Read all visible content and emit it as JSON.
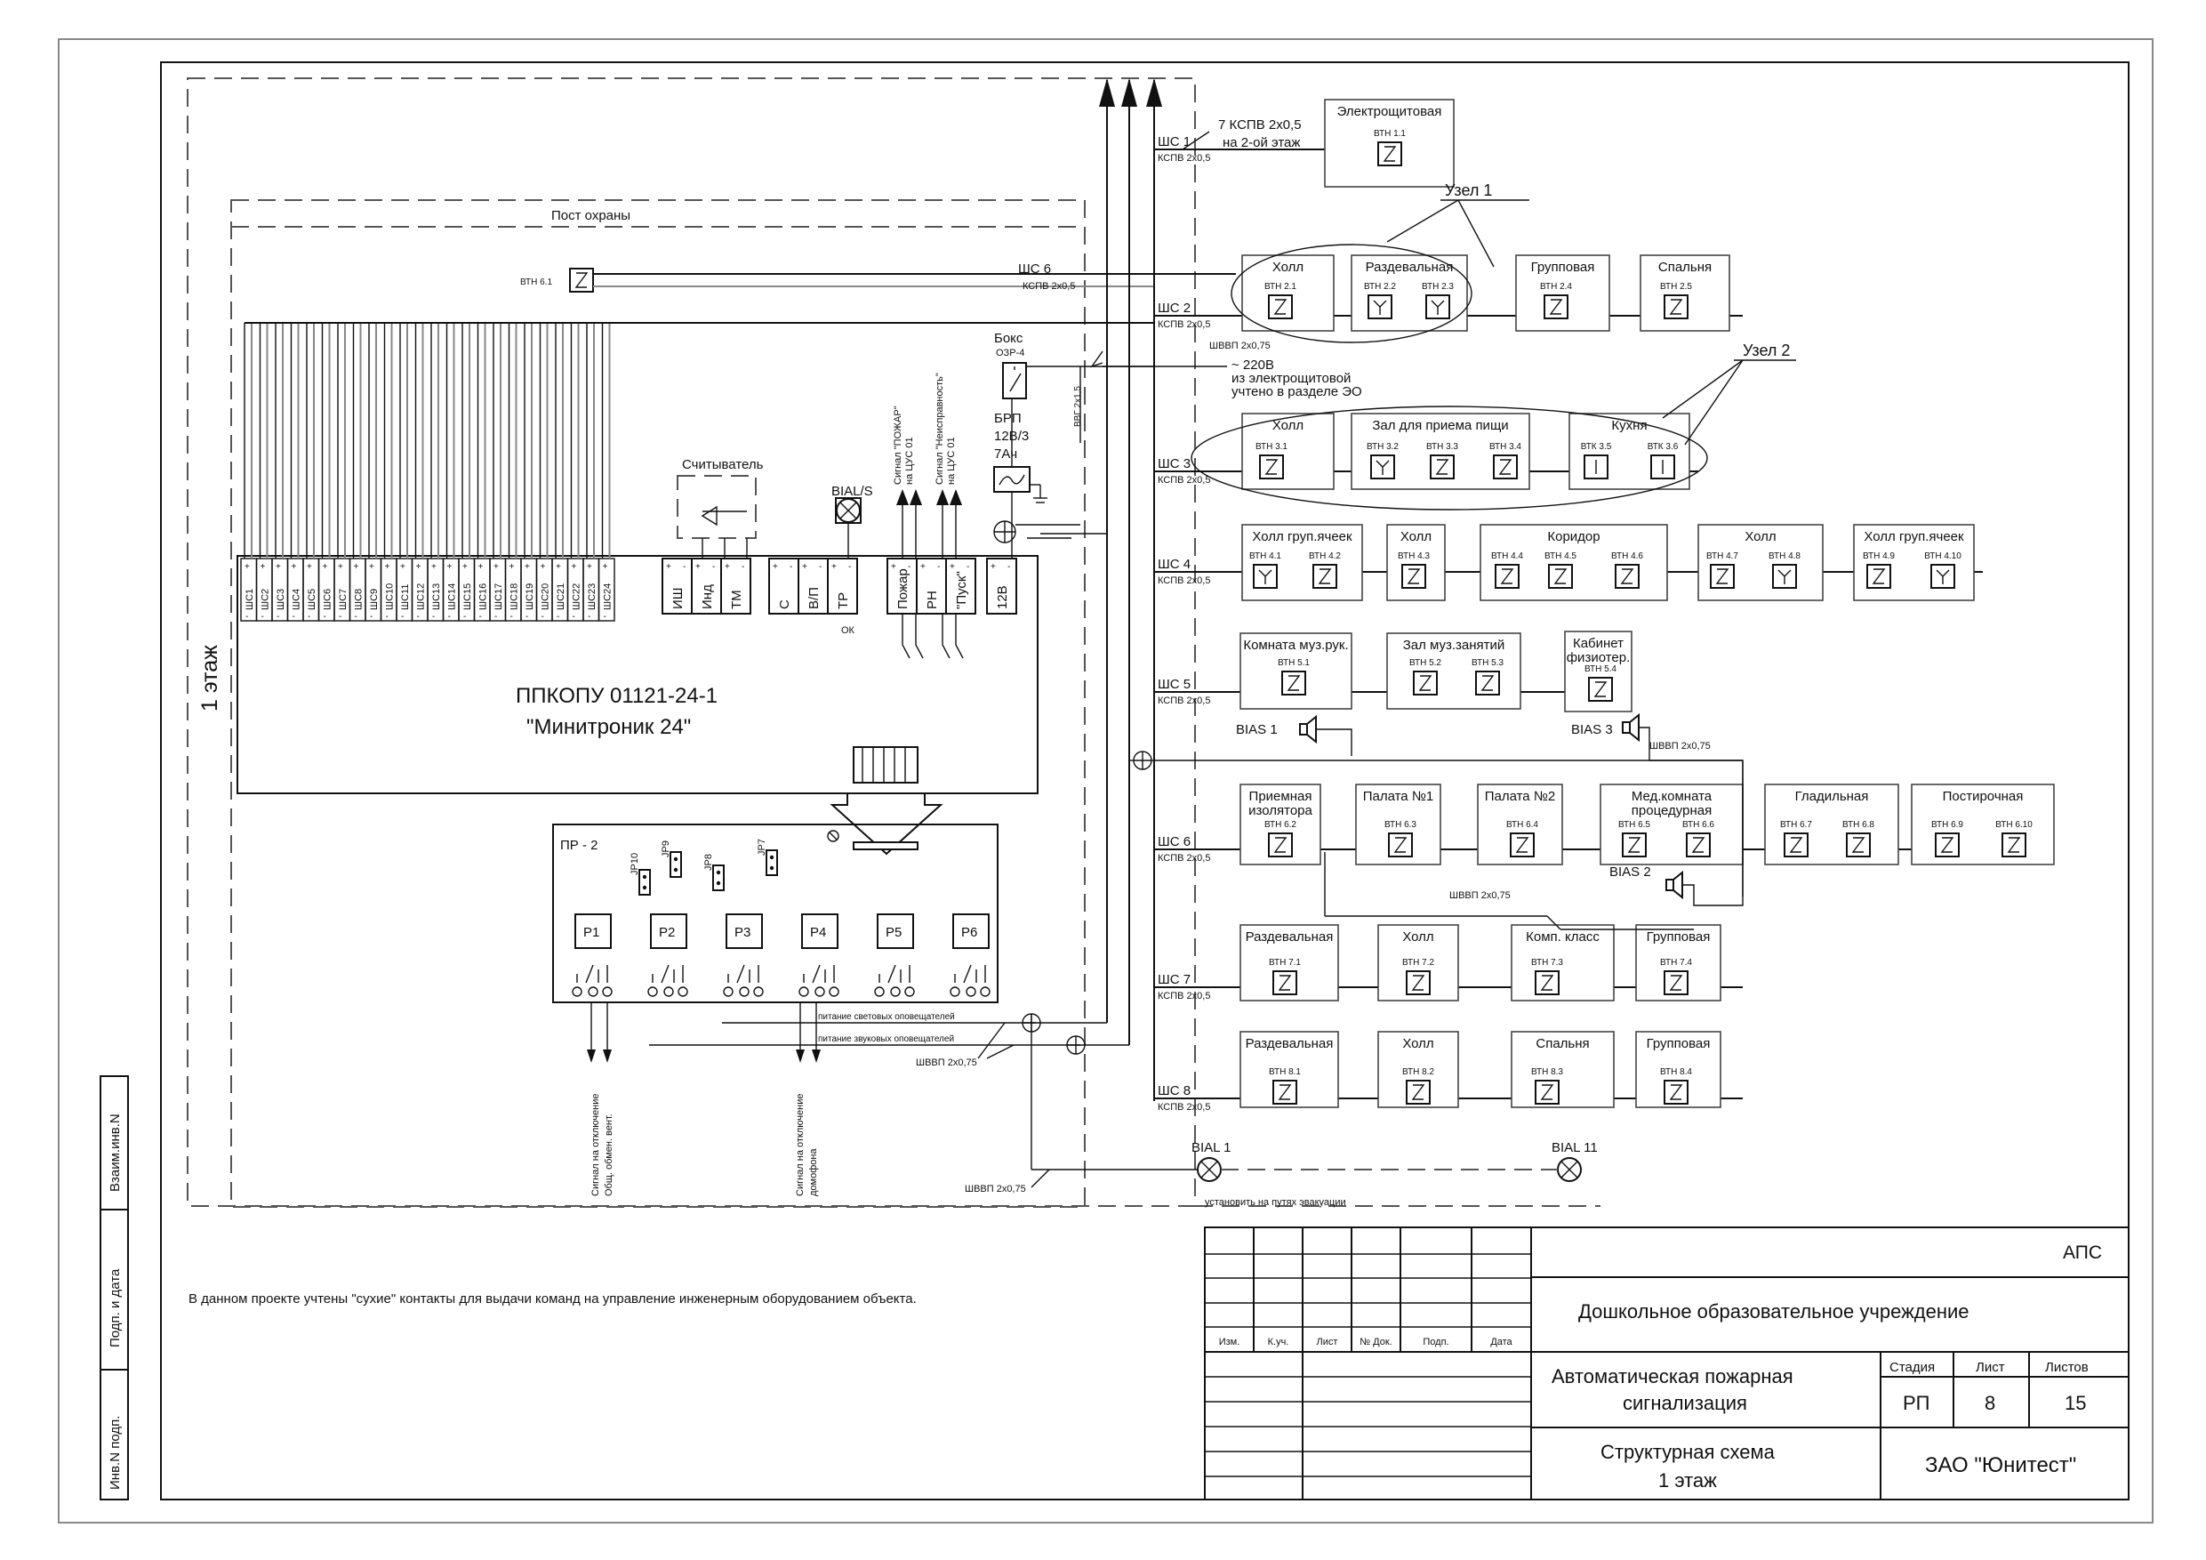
{
  "sheet": {
    "floor_label": "1 этаж",
    "note": "В данном проекте учтены \"сухие\" контакты для выдачи команд на управление инженерным оборудованием объекта."
  },
  "side_stamp": {
    "vzaim": "Взаим.инв.N",
    "podp": "Подп. и дата",
    "inv": "Инв.N подп."
  },
  "post": {
    "title": "Пост охраны",
    "vtn61": "ВТН 6.1",
    "shs6": "ШС 6",
    "shs6_cable": "КСПВ 2х0,5"
  },
  "panel": {
    "name": "ППКОПУ 01121-24-1",
    "model": "\"Минитроник 24\"",
    "loops": [
      "ШС1",
      "ШС2",
      "ШС3",
      "ШС4",
      "ШС5",
      "ШС6",
      "ШС7",
      "ШС8",
      "ШС9",
      "ШС10",
      "ШС11",
      "ШС12",
      "ШС13",
      "ШС14",
      "ШС15",
      "ШС16",
      "ШС17",
      "ШС18",
      "ШС19",
      "ШС20",
      "ШС21",
      "ШС22",
      "ШС23",
      "ШС24"
    ],
    "pm": "+ -",
    "terms": [
      "ИШ",
      "Инд",
      "ТМ",
      "С",
      "В/П",
      "ТР",
      "Пожар",
      "РН",
      "\"Пуск\"",
      "12В"
    ],
    "ok": "ОК",
    "reader": "Считыватель",
    "bial_s": "BIAL/S",
    "sig_fire": "Сигнал \"ПОЖАР\"",
    "sig_fault": "Сигнал \"Неисправность\"",
    "to_cus": "на ЦУС 01"
  },
  "power": {
    "boks": "Бокс",
    "ozr": "ОЗР-4",
    "brp": "БРП",
    "brp_v": "12В/3",
    "brp_ah": "7Ач",
    "vvg": "ВВГ 2х1,5",
    "shvvp": "ШВВП 2х0,75",
    "mains": "~ 220В",
    "mains2": "из электрощитовой",
    "mains3": "учтено в разделе ЭО"
  },
  "relay": {
    "title": "ПР - 2",
    "jumpers": [
      "JP10",
      "JP9",
      "JP8",
      "JP7"
    ],
    "relays": [
      "Р1",
      "Р2",
      "Р3",
      "Р4",
      "Р5",
      "Р6"
    ],
    "power_light": "питание световых оповещателей",
    "power_sound": "питание звуковых оповещателей",
    "shvvp": "ШВВП 2х0,75",
    "out1a": "Сигнал на отключение",
    "out1b": "Общ. обмен. вент.",
    "out2a": "Сигнал на отключение",
    "out2b": "домофона"
  },
  "trunk": {
    "cable": "7 КСПВ 2х0,5",
    "floor2": "на 2-ой этаж",
    "ksp": "КСПВ 2х0,5"
  },
  "loops": [
    {
      "name": "ШС 1",
      "cable": "КСПВ 2х0,5"
    },
    {
      "name": "ШС 2",
      "cable": "КСПВ 2х0,5"
    },
    {
      "name": "ШС 3",
      "cable": "КСПВ 2х0,5"
    },
    {
      "name": "ШС 4",
      "cable": "КСПВ 2х0,5"
    },
    {
      "name": "ШС 5",
      "cable": "КСПВ 2х0,5"
    },
    {
      "name": "ШС 6",
      "cable": "КСПВ 2х0,5"
    },
    {
      "name": "ШС 7",
      "cable": "КСПВ 2х0,5"
    },
    {
      "name": "ШС 8",
      "cable": "КСПВ 2х0,5"
    }
  ],
  "rooms": {
    "r11": {
      "title": "Электрощитовая",
      "d1": "ВТН 1.1"
    },
    "r21": {
      "title": "Холл",
      "d1": "ВТН 2.1"
    },
    "r22": {
      "title": "Раздевальная",
      "d1": "ВТН 2.2",
      "d2": "ВТН 2.3"
    },
    "r24": {
      "title": "Групповая",
      "d1": "ВТН 2.4"
    },
    "r25": {
      "title": "Спальня",
      "d1": "ВТН 2.5"
    },
    "r31": {
      "title": "Холл",
      "d1": "ВТН 3.1"
    },
    "r32": {
      "title": "Зал для приема пищи",
      "d1": "ВТН 3.2",
      "d2": "ВТН 3.3",
      "d3": "ВТН 3.4"
    },
    "r35": {
      "title": "Кухня",
      "d1": "ВТК 3.5",
      "d2": "ВТК 3.6"
    },
    "r41": {
      "title": "Холл груп.ячеек",
      "d1": "ВТН 4.1",
      "d2": "ВТН 4.2"
    },
    "r43": {
      "title": "Холл",
      "d1": "ВТН 4.3"
    },
    "r44": {
      "title": "Коридор",
      "d1": "ВТН 4.4",
      "d2": "ВТН 4.5",
      "d3": "ВТН 4.6"
    },
    "r47": {
      "title": "Холл",
      "d1": "ВТН 4.7",
      "d2": "ВТН 4.8"
    },
    "r49": {
      "title": "Холл груп.ячеек",
      "d1": "ВТН 4.9",
      "d2": "ВТН 4.10"
    },
    "r51": {
      "title": "Комната муз.рук.",
      "d1": "ВТН 5.1"
    },
    "r52": {
      "title": "Зал муз.занятий",
      "d1": "ВТН 5.2",
      "d2": "ВТН 5.3"
    },
    "r54": {
      "title": "Кабинет",
      "title2": "физиотер.",
      "d1": "ВТН 5.4"
    },
    "r62": {
      "title": "Приемная",
      "title2": "изолятора",
      "d1": "ВТН 6.2"
    },
    "r63": {
      "title": "Палата №1",
      "d1": "ВТН 6.3"
    },
    "r64": {
      "title": "Палата №2",
      "d1": "ВТН 6.4"
    },
    "r65": {
      "title": "Мед.комната",
      "title2": "процедурная",
      "d1": "ВТН 6.5",
      "d2": "ВТН 6.6"
    },
    "r67": {
      "title": "Гладильная",
      "d1": "ВТН 6.7",
      "d2": "ВТН 6.8"
    },
    "r69": {
      "title": "Постирочная",
      "d1": "ВТН 6.9",
      "d2": "ВТН 6.10"
    },
    "r71": {
      "title": "Раздевальная",
      "d1": "ВТН 7.1"
    },
    "r72": {
      "title": "Холл",
      "d1": "ВТН 7.2"
    },
    "r73": {
      "title": "Комп. класс",
      "d1": "ВТН 7.3"
    },
    "r74": {
      "title": "Групповая",
      "d1": "ВТН 7.4"
    },
    "r81": {
      "title": "Раздевальная",
      "d1": "ВТН 8.1"
    },
    "r82": {
      "title": "Холл",
      "d1": "ВТН 8.2"
    },
    "r83": {
      "title": "Спальня",
      "d1": "ВТН 8.3"
    },
    "r84": {
      "title": "Групповая",
      "d1": "ВТН 8.4"
    }
  },
  "sounders": {
    "b1": "BIAS 1",
    "b2": "BIAS 2",
    "b3": "BIAS 3",
    "shvvp": "ШВВП 2х0,75"
  },
  "lights": {
    "l1": "BIAL 1",
    "l11": "BIAL 11",
    "note": "установить на путях эвакуации",
    "shvvp": "ШВВП 2х0,75"
  },
  "nodes": {
    "n1": "Узел 1",
    "n2": "Узел 2"
  },
  "title_block": {
    "code": "АПС",
    "object": "Дошкольное образовательное учреждение",
    "system1": "Автоматическая пожарная",
    "system2": "сигнализация",
    "sheet1": "Структурная схема",
    "sheet2": "1 этаж",
    "company": "ЗАО \"Юнитест\"",
    "cols": [
      "Изм.",
      "К.уч.",
      "Лист",
      "№ Док.",
      "Подп.",
      "Дата"
    ],
    "stage_label": "Стадия",
    "sheet_label": "Лист",
    "sheets_label": "Листов",
    "stage": "РП",
    "sheet_no": "8",
    "sheets": "15"
  }
}
